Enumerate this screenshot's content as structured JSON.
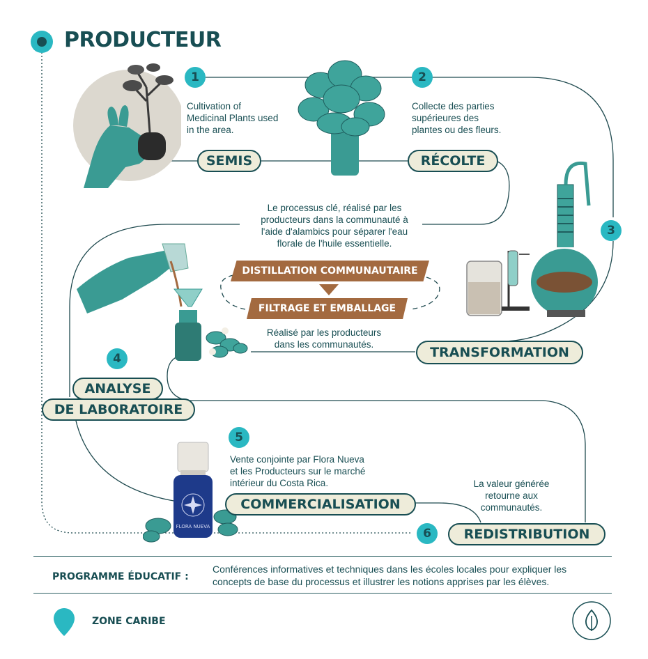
{
  "header": {
    "title": "PRODUCTEUR"
  },
  "steps": [
    {
      "number": "1",
      "label": "SEMIS",
      "description": "Cultivation of\nMedicinal Plants used\nin the area."
    },
    {
      "number": "2",
      "label": "RÉCOLTE",
      "description": "Collecte des parties\nsupérieures des\nplantes ou des fleurs."
    },
    {
      "number": "3",
      "label": "TRANSFORMATION",
      "description": "Le processus clé, réalisé par les\nproducteurs dans la communauté à\nl'aide d'alambics pour séparer l'eau\nflorale de l'huile essentielle."
    },
    {
      "number": "4",
      "label_line1": "ANALYSE",
      "label_line2": "DE LABORATOIRE"
    },
    {
      "number": "5",
      "label": "COMMERCIALISATION",
      "description": "Vente conjointe par Flora Nueva\net les Producteurs sur le marché\nintérieur du Costa Rica."
    },
    {
      "number": "6",
      "label": "REDISTRIBUTION",
      "description": "La valeur générée\nretourne aux\ncommunautés."
    }
  ],
  "sub_process": {
    "distillation": "DISTILLATION COMMUNAUTAIRE",
    "filtrage": "FILTRAGE ET EMBALLAGE",
    "note": "Réalisé par les producteurs\ndans les communautés."
  },
  "bottle_brand": "FLORA NUEVA",
  "programme": {
    "label": "PROGRAMME ÉDUCATIF :",
    "text": "Conférences informatives et techniques dans les écoles locales pour expliquer les\nconcepts de base du processus et illustrer les notions apprises par les élèves."
  },
  "footer": {
    "zone": "ZONE CARIBE",
    "icon": "leaf-icon",
    "pin_icon": "location-pin-icon"
  },
  "colors": {
    "dark_teal": "#184e53",
    "turquoise": "#2ab8c2",
    "cream": "#eeecda",
    "brown": "#a36a40",
    "plant": "#3a9b93"
  }
}
